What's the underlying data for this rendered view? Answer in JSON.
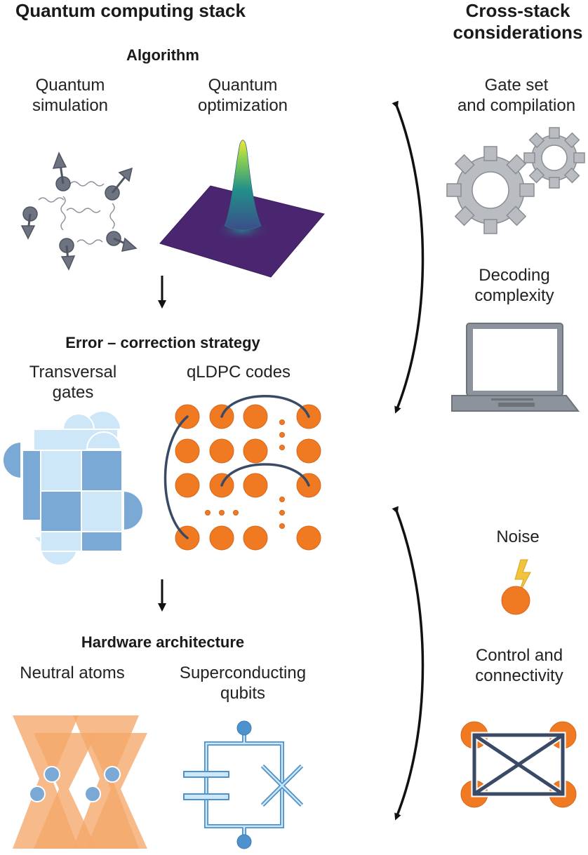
{
  "stack": {
    "title": "Quantum computing stack",
    "algorithm": {
      "heading": "Algorithm",
      "sim_line1": "Quantum",
      "sim_line2": "simulation",
      "opt_line1": "Quantum",
      "opt_line2": "optimization"
    },
    "error_correction": {
      "heading": "Error – correction strategy",
      "trans_line1": "Transversal",
      "trans_line2": "gates",
      "qldpc": "qLDPC codes"
    },
    "hardware": {
      "heading": "Hardware architecture",
      "neutral": "Neutral atoms",
      "sc_line1": "Superconducting",
      "sc_line2": "qubits"
    }
  },
  "cross": {
    "title_line1": "Cross-stack",
    "title_line2": "considerations",
    "gate_line1": "Gate set",
    "gate_line2": "and compilation",
    "decoding_line1": "Decoding",
    "decoding_line2": "complexity",
    "noise": "Noise",
    "control_line1": "Control and",
    "control_line2": "connectivity"
  },
  "colors": {
    "orange": "#f07a22",
    "light_orange": "#f5a86a",
    "blue": "#7aa9d6",
    "light_blue": "#cde6f8",
    "navy": "#3a4a66",
    "gray": "#b9bcc0",
    "spin_gray": "#6d7380",
    "bolt": "#f2c33c"
  },
  "icons": [
    "spin-network-icon",
    "gaussian-surface-icon",
    "gear-icon",
    "laptop-icon",
    "lightning-bolt-icon",
    "qubit-icon",
    "tweezer-beam-icon",
    "circuit-icon"
  ]
}
